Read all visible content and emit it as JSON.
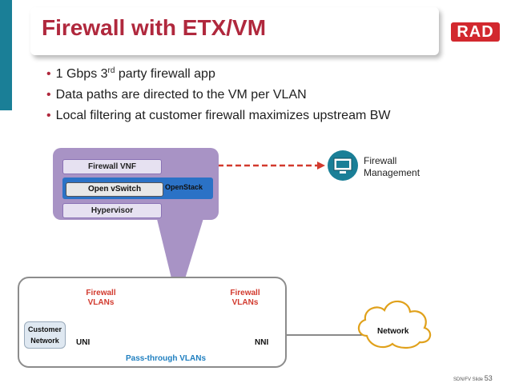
{
  "title": "Firewall with ETX/VM",
  "logo_text": "RAD",
  "bullets": {
    "b1_pre": "1 Gbps 3",
    "b1_sup": "rd",
    "b1_post": " party firewall app",
    "b2": "Data paths are directed to the VM per VLAN",
    "b3": "Local filtering at customer firewall  maximizes upstream BW"
  },
  "vm": {
    "firewall_vnf": "Firewall VNF",
    "open_vswitch": "Open vSwitch",
    "openstack": "OpenStack",
    "hypervisor": "Hypervisor"
  },
  "management": {
    "line1": "Firewall",
    "line2": "Management"
  },
  "bottom": {
    "fw_vlans_left_1": "Firewall",
    "fw_vlans_left_2": "VLANs",
    "fw_vlans_right_1": "Firewall",
    "fw_vlans_right_2": "VLANs",
    "customer_1": "Customer",
    "customer_2": "Network",
    "uni": "UNI",
    "nni": "NNI",
    "pass_through": "Pass-through VLANs",
    "network": "Network"
  },
  "footer": {
    "text": "SDN/FV Slide ",
    "number": "53"
  },
  "colors": {
    "title": "#b0283d",
    "accent_teal": "#1a7f97",
    "vm_purple": "#a893c5",
    "link_red": "#d23a2e",
    "passthrough_blue": "#1f7fc0",
    "vm_green": "#21a83a"
  },
  "icons": [
    "monitor-icon",
    "device-icon",
    "cloud-icon"
  ]
}
